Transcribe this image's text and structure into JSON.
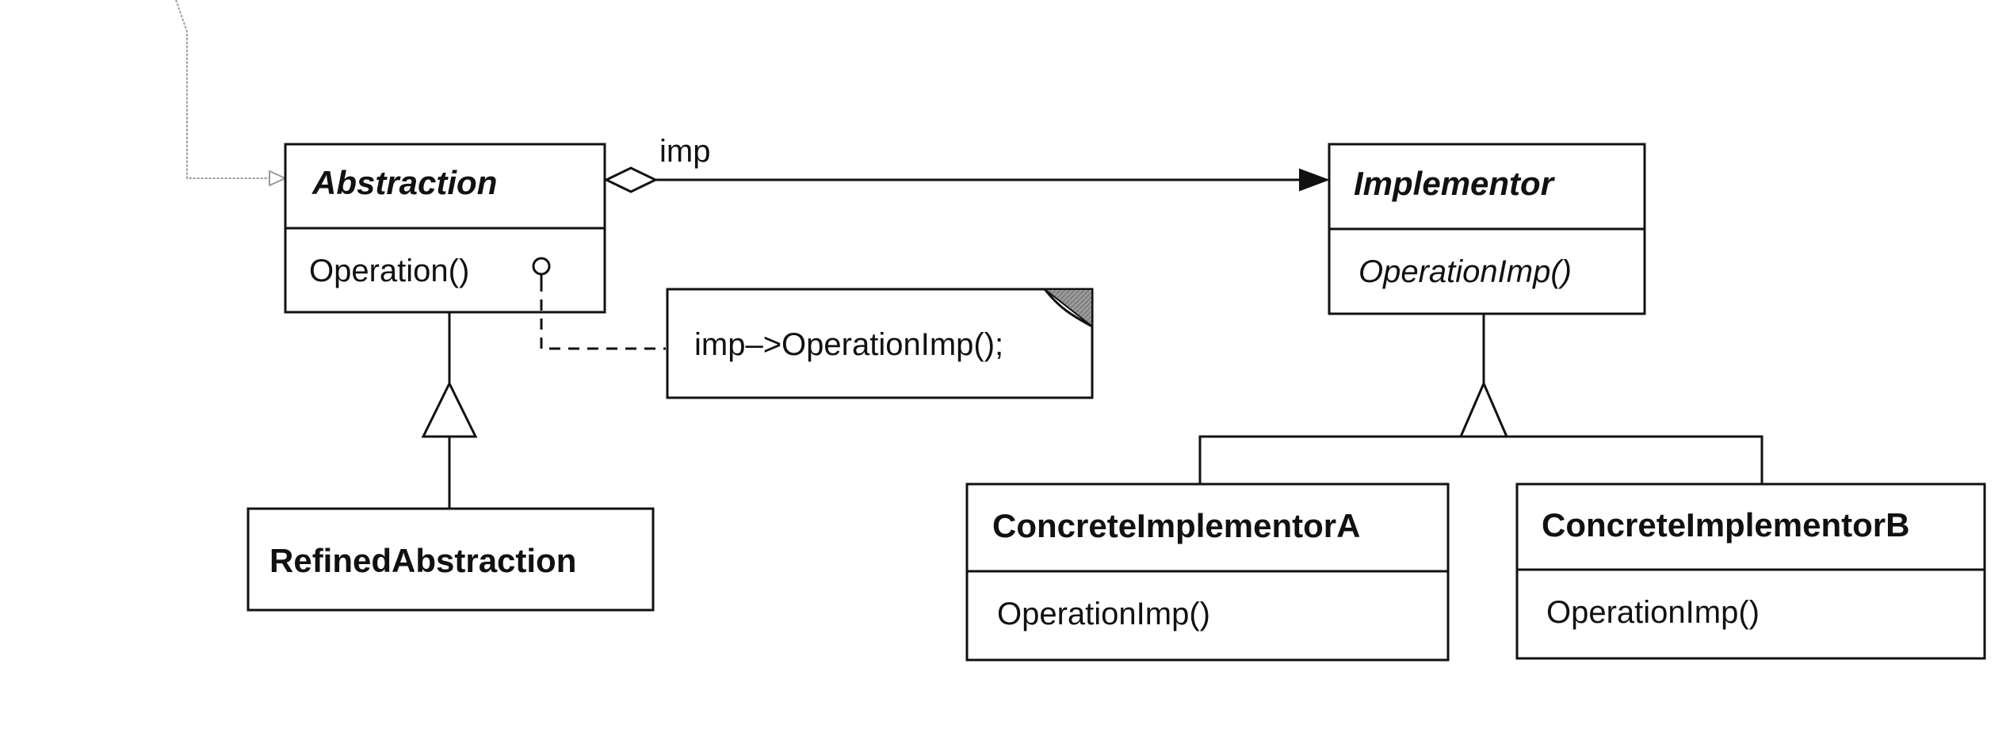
{
  "diagram": {
    "classes": {
      "abstraction": {
        "name": "Abstraction",
        "operation": "Operation()"
      },
      "refined_abstraction": {
        "name": "RefinedAbstraction"
      },
      "implementor": {
        "name": "Implementor",
        "operation": "OperationImp()"
      },
      "concrete_a": {
        "name": "ConcreteImplementorA",
        "operation": "OperationImp()"
      },
      "concrete_b": {
        "name": "ConcreteImplementorB",
        "operation": "OperationImp()"
      }
    },
    "association_label": "imp",
    "note_text": "imp–>OperationImp();",
    "colors": {
      "ink": "#111111",
      "note_corner": "#8c8c8c",
      "incoming_arrow": "#9a9a9a"
    }
  }
}
